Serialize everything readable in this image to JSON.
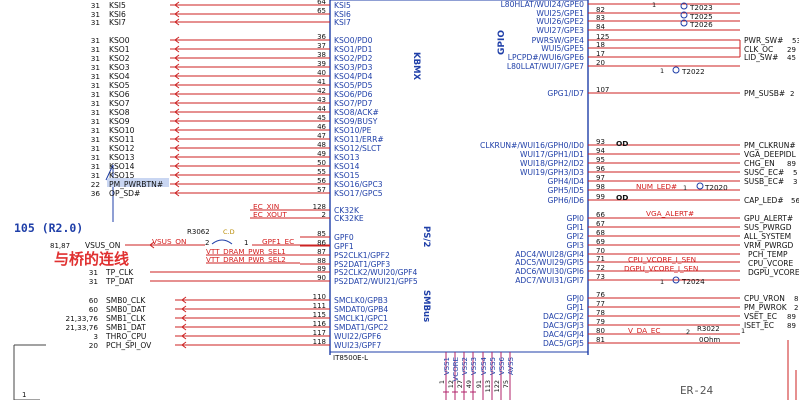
{
  "chip": {
    "part": "IT8500E-L",
    "blocks": [
      "KBMX",
      "GPIO",
      "PS/2",
      "SMBus"
    ]
  },
  "left_pins": [
    {
      "ref": "31",
      "net": "KSI5",
      "pin": "64",
      "name": "KSI5"
    },
    {
      "ref": "31",
      "net": "KSI6",
      "pin": "65",
      "name": "KSI6"
    },
    {
      "ref": "31",
      "net": "KSI7",
      "pin": "",
      "name": "KSI7"
    },
    {
      "ref": "31",
      "net": "KSO0",
      "pin": "36",
      "name": "KSO0/PD0"
    },
    {
      "ref": "31",
      "net": "KSO1",
      "pin": "37",
      "name": "KSO1/PD1"
    },
    {
      "ref": "31",
      "net": "KSO2",
      "pin": "38",
      "name": "KSO2/PD2"
    },
    {
      "ref": "31",
      "net": "KSO3",
      "pin": "39",
      "name": "KSO3/PD3"
    },
    {
      "ref": "31",
      "net": "KSO4",
      "pin": "40",
      "name": "KSO4/PD4"
    },
    {
      "ref": "31",
      "net": "KSO5",
      "pin": "41",
      "name": "KSO5/PD5"
    },
    {
      "ref": "31",
      "net": "KSO6",
      "pin": "42",
      "name": "KSO6/PD6"
    },
    {
      "ref": "31",
      "net": "KSO7",
      "pin": "43",
      "name": "KSO7/PD7"
    },
    {
      "ref": "31",
      "net": "KSO8",
      "pin": "44",
      "name": "KSO8/ACK#"
    },
    {
      "ref": "31",
      "net": "KSO9",
      "pin": "45",
      "name": "KSO9/BUSY"
    },
    {
      "ref": "31",
      "net": "KSO10",
      "pin": "46",
      "name": "KSO10/PE"
    },
    {
      "ref": "31",
      "net": "KSO11",
      "pin": "47",
      "name": "KSO11/ERR#"
    },
    {
      "ref": "31",
      "net": "KSO12",
      "pin": "48",
      "name": "KSO12/SLCT"
    },
    {
      "ref": "31",
      "net": "KSO13",
      "pin": "49",
      "name": "KSO13"
    },
    {
      "ref": "31",
      "net": "KSO14",
      "pin": "50",
      "name": "KSO14"
    },
    {
      "ref": "31",
      "net": "KSO15",
      "pin": "55",
      "name": "KSO15"
    },
    {
      "ref": "22",
      "net": "PM_PWRBTN#",
      "pin": "56",
      "name": "KSO16/GPC3"
    },
    {
      "ref": "36",
      "net": "OP_SD#",
      "pin": "57",
      "name": "KSO17/GPC5"
    }
  ],
  "clk_pins": [
    {
      "net": "EC_XIN",
      "pin": "128",
      "name": "CK32K"
    },
    {
      "net": "EC_XOUT",
      "pin": "2",
      "name": "CK32KE"
    }
  ],
  "ps2_pins": [
    {
      "pin": "85",
      "name": "GPF0"
    },
    {
      "pin": "86",
      "name": "GPF1"
    },
    {
      "pin": "87",
      "name": "PS2CLK1/GPF2"
    },
    {
      "pin": "88",
      "name": "PS2DAT1/GPF3"
    },
    {
      "pin": "89",
      "name": "PS2CLK2/WUI20/GPF4"
    },
    {
      "pin": "90",
      "name": "PS2DAT2/WUI21/GPF5"
    }
  ],
  "smbus_pins": [
    {
      "ref": "60",
      "net": "SMB0_CLK",
      "pin": "110",
      "name": "SMCLK0/GPB3"
    },
    {
      "ref": "60",
      "net": "SMB0_DAT",
      "pin": "111",
      "name": "SMDAT0/GPB4"
    },
    {
      "ref": "21,33,76",
      "net": "SMB1_CLK",
      "pin": "115",
      "name": "SMCLK1/GPC1"
    },
    {
      "ref": "21,33,76",
      "net": "SMB1_DAT",
      "pin": "116",
      "name": "SMDAT1/GPC2"
    },
    {
      "ref": "3",
      "net": "THRO_CPU",
      "pin": "117",
      "name": "WUI22/GPF6"
    },
    {
      "ref": "20",
      "net": "PCH_SPI_OV",
      "pin": "118",
      "name": "WUI23/GPF7"
    }
  ],
  "misc_left": {
    "vsus_ref": "81,87",
    "vsus_net": "VSUS_ON",
    "r3062": "R3062",
    "gpf1_ec": "GPF1_EC",
    "cd": "C.D",
    "n2": "2",
    "n1": "1",
    "vtt1": "VTT_DRAM_PWR_SEL1",
    "vtt2": "VTT_DRAM_PWR_SEL2",
    "tp_clk_ref": "31",
    "tp_clk": "TP_CLK",
    "tp_dat_ref": "31",
    "tp_dat": "TP_DAT",
    "version": "105 (R2.0)",
    "bridge_note": "与桥的连线",
    "one": "1"
  },
  "right_pins": [
    {
      "pin": "",
      "name": "L80HLAT/WUI24/GPE0"
    },
    {
      "pin": "82",
      "name": "WUI25/GPE1"
    },
    {
      "pin": "83",
      "name": "WUI26/GPE2"
    },
    {
      "pin": "84",
      "name": "WUI27/GPE3"
    },
    {
      "pin": "125",
      "name": "PWRSW/GPE4"
    },
    {
      "pin": "18",
      "name": "WUI5/GPE5"
    },
    {
      "pin": "17",
      "name": "LPCPD#/WUI6/GPE6"
    },
    {
      "pin": "20",
      "name": "L80LLAT/WUI7/GPE7"
    },
    {
      "pin": "107",
      "name": "GPG1/ID7"
    },
    {
      "pin": "93",
      "name": "CLKRUN#/WUI16/GPH0/ID0"
    },
    {
      "pin": "94",
      "name": "WUI17/GPH1/ID1"
    },
    {
      "pin": "95",
      "name": "WUI18/GPH2/ID2"
    },
    {
      "pin": "96",
      "name": "WUI19/GPH3/ID3"
    },
    {
      "pin": "97",
      "name": "GPH4/ID4"
    },
    {
      "pin": "98",
      "name": "GPH5/ID5"
    },
    {
      "pin": "99",
      "name": "GPH6/ID6"
    },
    {
      "pin": "66",
      "name": "GPI0"
    },
    {
      "pin": "67",
      "name": "GPI1"
    },
    {
      "pin": "68",
      "name": "GPI2"
    },
    {
      "pin": "69",
      "name": "GPI3"
    },
    {
      "pin": "70",
      "name": "ADC4/WUI28/GPI4"
    },
    {
      "pin": "71",
      "name": "ADC5/WUI29/GPI5"
    },
    {
      "pin": "72",
      "name": "ADC6/WUI30/GPI6"
    },
    {
      "pin": "73",
      "name": "ADC7/WUI31/GPI7"
    },
    {
      "pin": "76",
      "name": "GPJ0"
    },
    {
      "pin": "77",
      "name": "GPJ1"
    },
    {
      "pin": "78",
      "name": "DAC2/GPJ2"
    },
    {
      "pin": "79",
      "name": "DAC3/GPJ3"
    },
    {
      "pin": "80",
      "name": "DAC4/GPJ4"
    },
    {
      "pin": "81",
      "name": "DAC5/GPJ5"
    }
  ],
  "right_nets": {
    "t2023": "T2023",
    "t2025": "T2025",
    "t2026": "T2026",
    "t2022": "T2022",
    "t2020": "T2020",
    "t2024": "T2024",
    "pwr_sw": "PWR_SW#",
    "pwr_sw_ref": "53",
    "clk_oc": "CLK_OC",
    "clk_oc_ref": "29",
    "lid_sw": "LID_SW#",
    "lid_sw_ref": "45",
    "pm_susb": "PM_SUSB#",
    "pm_susb_ref": "2",
    "od1": "OD",
    "od2": "OD",
    "pm_clkrun": "PM_CLKRUN#",
    "vga_deepidl": "VGA_DEEPIDL",
    "chg_en": "CHG_EN",
    "chg_en_ref": "89",
    "susc_ec": "SUSC_EC#",
    "susc_ec_ref": "5",
    "susb_ec": "SUSB_EC#",
    "susb_ec_ref": "3",
    "num_led": "NUM_LED#",
    "cap_led": "CAP_LED#",
    "cap_led_ref": "56",
    "vga_alert": "VGA_ALERT#",
    "gpu_alert": "GPU_ALERT#",
    "sus_pwrgd": "SUS_PWRGD",
    "all_system": "ALL_SYSTEM",
    "vrm_pwrgd": "VRM_PWRGD",
    "pch_temp": "PCH_TEMP",
    "cpu_vcore": "CPU_VCORE",
    "dgpu_vcore": "DGPU_VCORE",
    "cpu_vcore_sen": "CPU_VCORE_I_SEN",
    "dgpu_vcore_sen": "DGPU_VCORE_I_SEN",
    "cpu_vron": "CPU_VRON",
    "cpu_vron_ref": "8",
    "pm_pwrok": "PM_PWROK",
    "pm_pwrok_ref": "2",
    "vset_ec": "VSET_EC",
    "vset_ec_ref": "89",
    "iset_ec": "ISET_EC",
    "iset_ec_ref": "89",
    "v_da_ec": "V_DA_EC",
    "r3022": "R3022",
    "ohm0": "0Ohm",
    "two": "2",
    "one": "1",
    "er24": "ER-24"
  },
  "bottom_pins": [
    {
      "pin": "1",
      "name": "VSS1"
    },
    {
      "pin": "12",
      "name": "VCORE"
    },
    {
      "pin": "27",
      "name": "VSS2"
    },
    {
      "pin": "49",
      "name": "VSS3"
    },
    {
      "pin": "91",
      "name": "VSS4"
    },
    {
      "pin": "113",
      "name": "VSS5"
    },
    {
      "pin": "122",
      "name": "VSS6"
    },
    {
      "pin": "75",
      "name": "AVSS"
    }
  ],
  "colors": {
    "pin_text": "#1f3fa8",
    "net_text": "#111111",
    "wire": "#cc2222",
    "red_text": "#d42020",
    "chip_line": "#1f3fa8",
    "highlight": "#c9d6f2",
    "magenta": "#b0206a"
  }
}
